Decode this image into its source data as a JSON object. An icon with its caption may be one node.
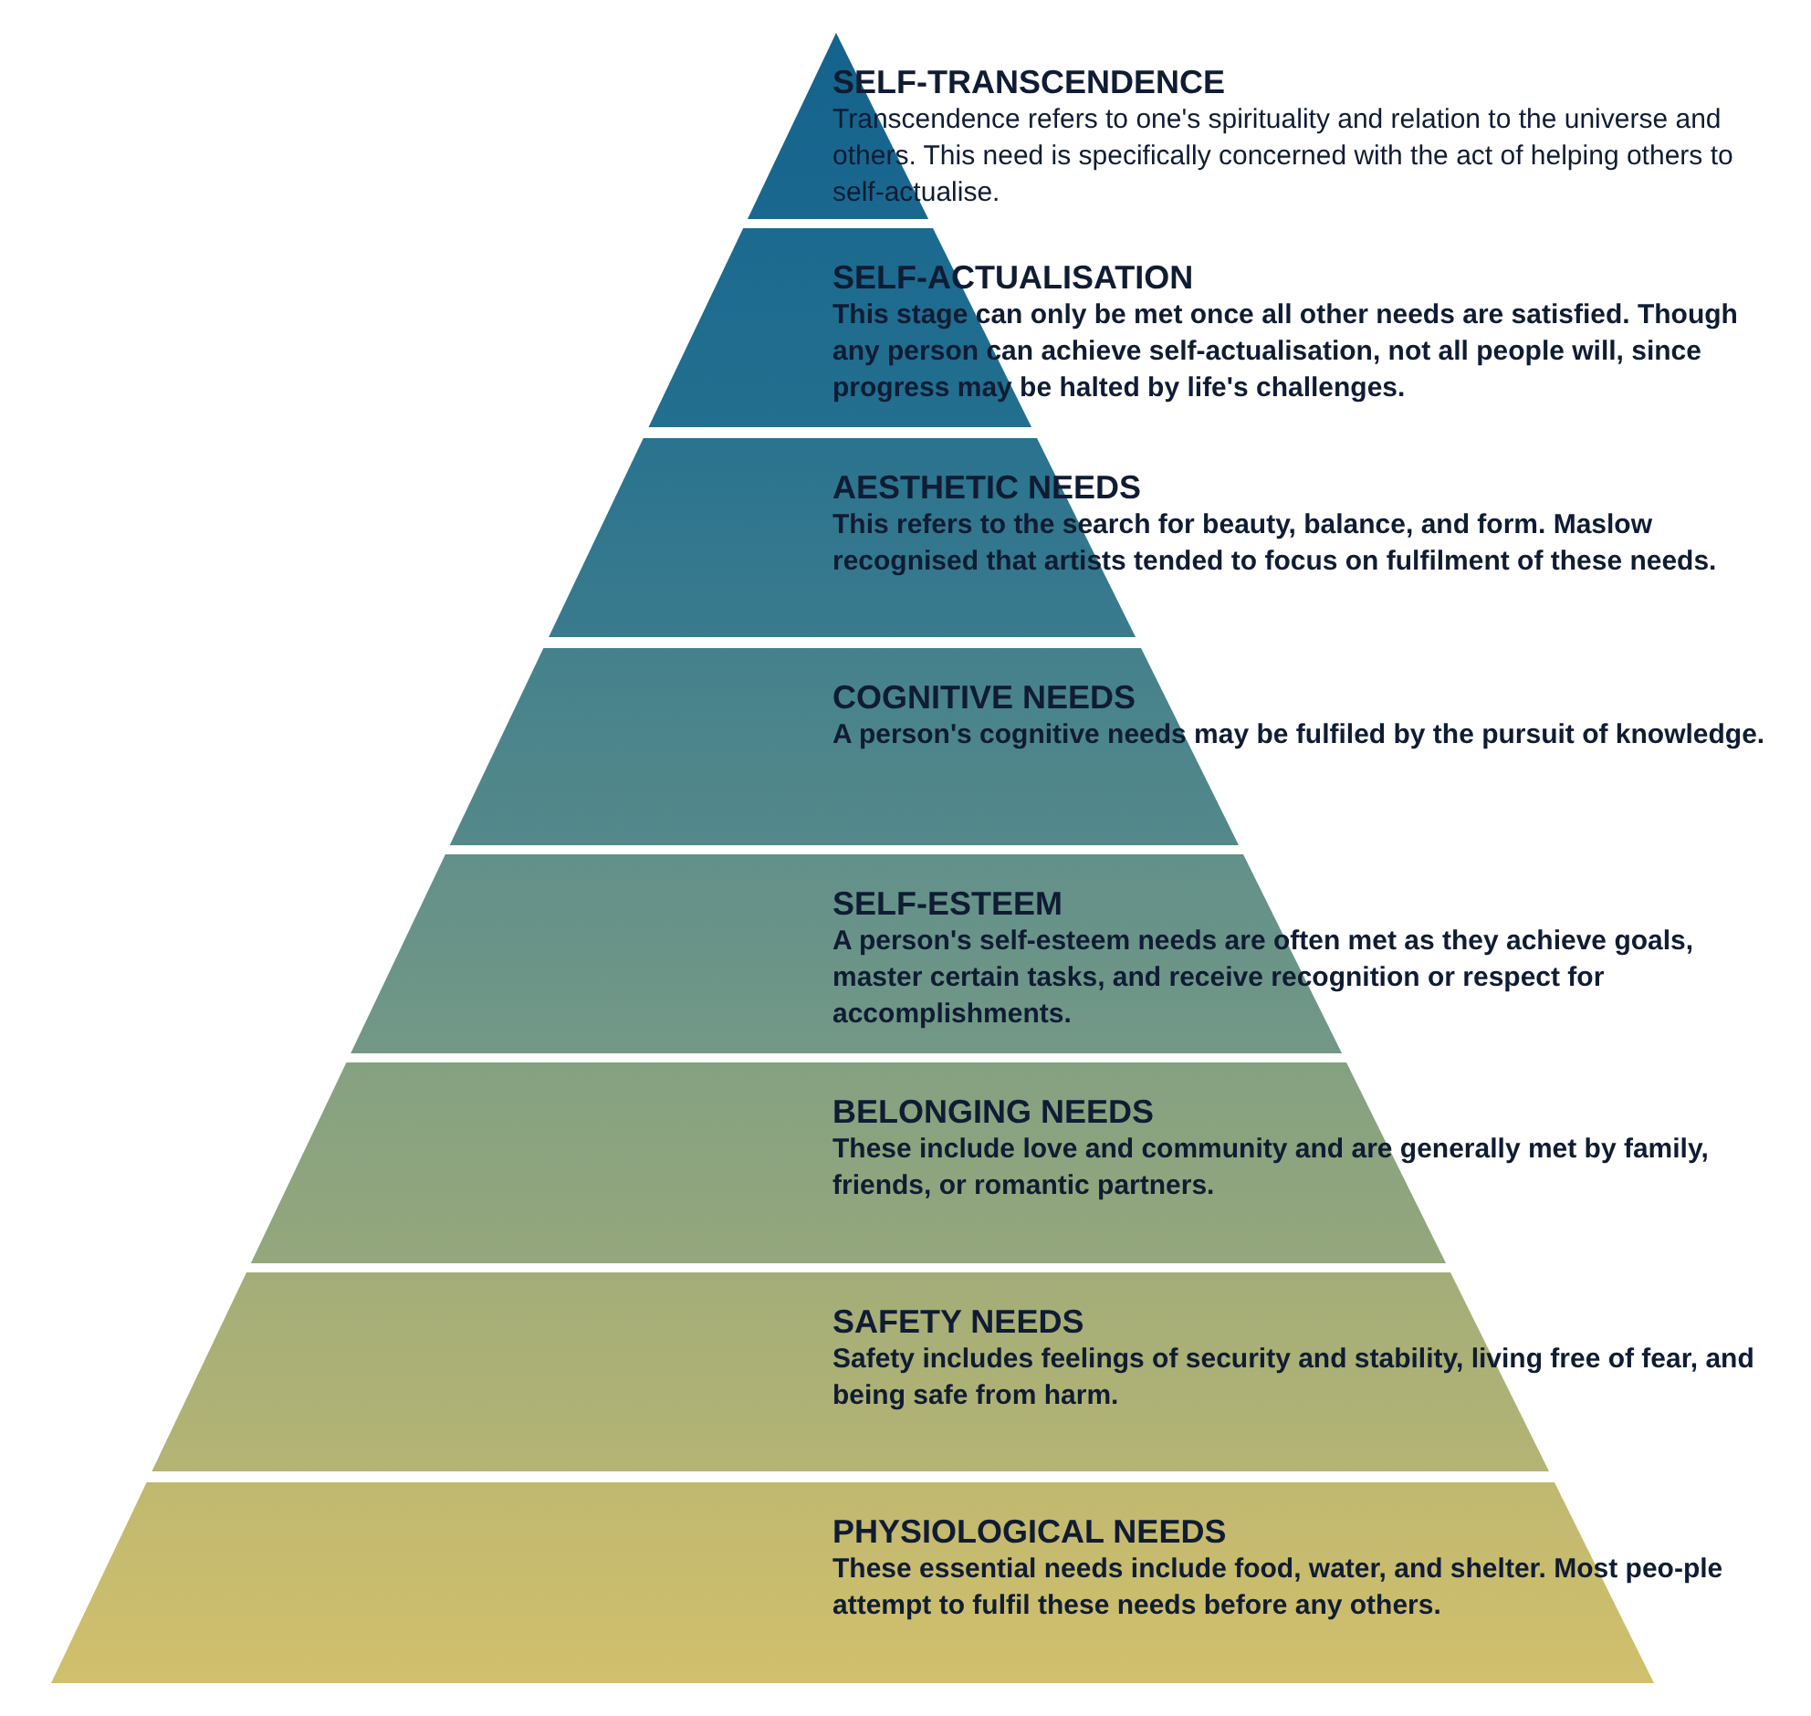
{
  "diagram": {
    "nodes": [
      {
        "text": [
          "SELF-TRANSCENDENCE",
          "Transcendence refers to one's spirituality and relation to the universe and others. This need is specifically concerned with the act of helping others to self-actualise."
        ]
      },
      {
        "text": [
          "SELF-ACTUALISATION",
          "This stage can only be met once all other needs are satisfied. Though any person can achieve self-actualisation, not all people will, since progress may be halted by life's challenges."
        ]
      },
      {
        "text": [
          "AESTHETIC NEEDS",
          "This refers to the search for beauty, balance, and form. Maslow recognised that artists tended to focus on fulfilment of these needs."
        ]
      },
      {
        "text": [
          "COGNITIVE NEEDS",
          "A person's cognitive needs may be fulfiled by the pursuit of knowledge."
        ]
      },
      {
        "text": [
          "SELF-ESTEEM",
          "A person's self-esteem needs are often met as they achieve goals, master certain tasks, and receive recognition or respect for accomplishments."
        ]
      },
      {
        "text": [
          "BELONGING NEEDS",
          "These include love and community and are generally met by family, friends, or romantic partners."
        ]
      },
      {
        "text": [
          "SAFETY NEEDS",
          "Safety includes feelings of security and stability, living free of fear, and being safe from harm."
        ]
      },
      {
        "text": [
          "PHYSIOLOGICAL NEEDS",
          "These essential needs include food, water, and shelter. Most peo-ple attempt to fulfil these needs before any others."
        ]
      }
    ]
  }
}
